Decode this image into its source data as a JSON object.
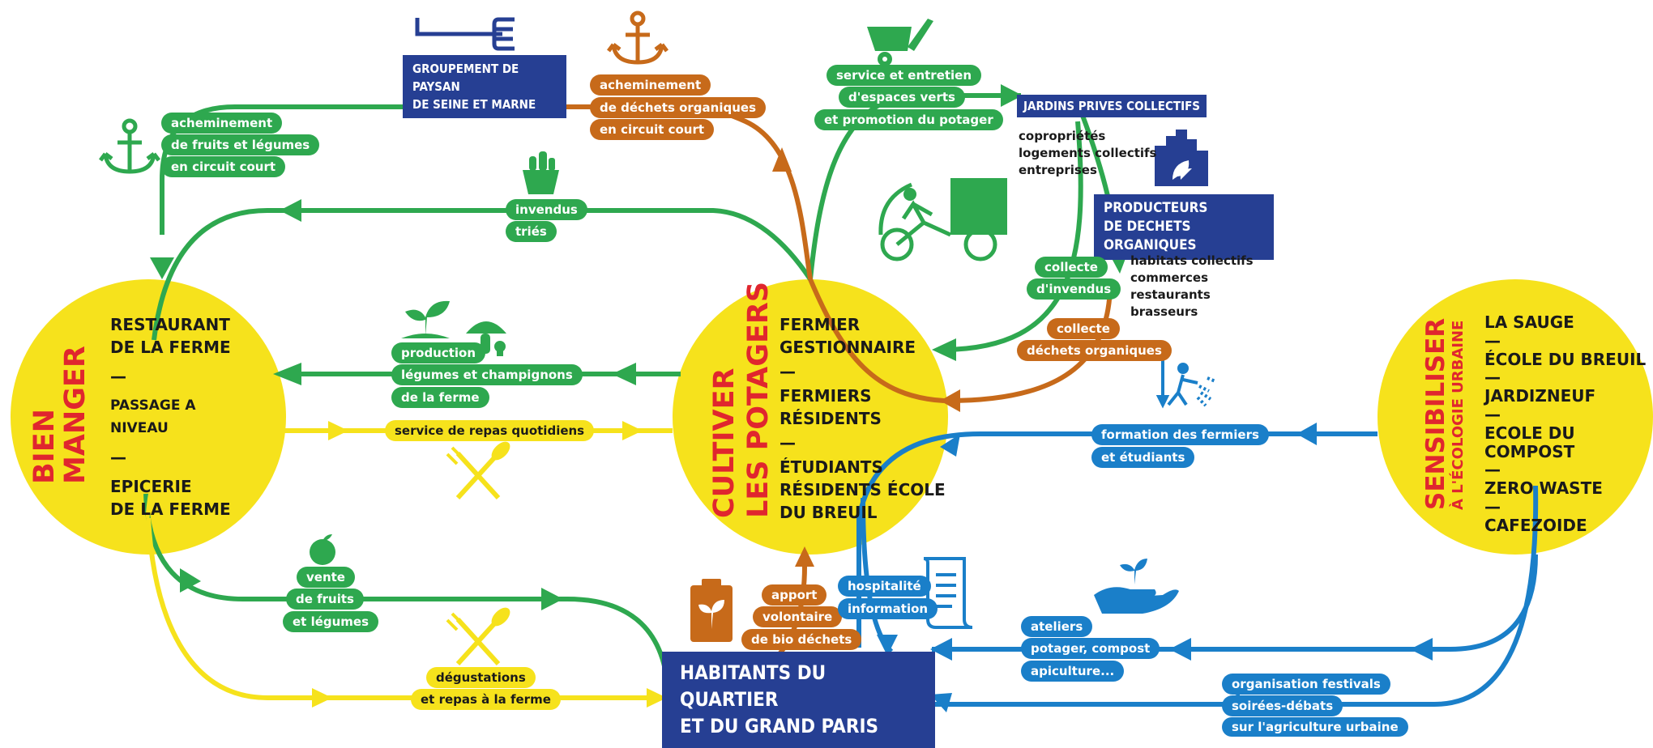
{
  "colors": {
    "green": "#2ea84f",
    "orange": "#c76a1a",
    "blue": "#1a7fc9",
    "yellow": "#f6e21c",
    "navy": "#263f93",
    "red": "#e0262e"
  },
  "circles": {
    "bien_manger": {
      "title_lines": [
        "BIEN",
        "MANGER"
      ],
      "items": [
        "RESTAURANT",
        "DE LA FERME",
        "—",
        "PASSAGE A",
        "NIVEAU",
        "—",
        "EPICERIE",
        "DE LA FERME"
      ]
    },
    "cultiver": {
      "title_lines": [
        "CULTIVER",
        "LES POTAGERS"
      ],
      "items": [
        "FERMIER",
        "GESTIONNAIRE",
        "—",
        "FERMIERS",
        "RÉSIDENTS",
        "—",
        "ÉTUDIANTS",
        "RÉSIDENTS ÉCOLE",
        "DU BREUIL"
      ]
    },
    "sensibiliser": {
      "title_lines": [
        "SENSIBILISER",
        "À L'ÉCOLOGIE URBAINE"
      ],
      "items": [
        "LA SAUGE",
        "—",
        "ÉCOLE DU BREUIL",
        "—",
        "JARDIZNEUF",
        "—",
        "ECOLE DU COMPOST",
        "—",
        "ZERO WASTE",
        "—",
        "CAFEZOIDE"
      ]
    }
  },
  "boxes": {
    "groupement": [
      "GROUPEMENT DE PAYSAN",
      "DE SEINE ET MARNE"
    ],
    "jardins": [
      "JARDINS PRIVES COLLECTIFS"
    ],
    "producteurs": [
      "PRODUCTEURS",
      "DE DECHETS ORGANIQUES"
    ],
    "habitants": [
      "HABITANTS DU QUARTIER",
      "ET DU GRAND PARIS"
    ]
  },
  "lists": {
    "jardins": [
      "copropriétés",
      "logements collectifs",
      "entreprises"
    ],
    "producteurs": [
      "habitats collectifs",
      "commerces",
      "restaurants",
      "brasseurs"
    ]
  },
  "labels": {
    "acheminement_fruits": [
      "acheminement",
      "de fruits et légumes",
      "en circuit court"
    ],
    "acheminement_dechets": [
      "acheminement",
      "de déchets organiques",
      "en circuit court"
    ],
    "service_entretien": [
      "service et entretien",
      "d'espaces verts",
      "et promotion du potager"
    ],
    "invendus": [
      "invendus",
      "triés"
    ],
    "collecte_invendus": [
      "collecte",
      "d'invendus"
    ],
    "collecte_dechets": [
      "collecte",
      "déchets organiques"
    ],
    "production": [
      "production",
      "légumes et champignons",
      "de la ferme"
    ],
    "service_repas": [
      "service de repas quotidiens"
    ],
    "formation": [
      "formation des fermiers",
      "et étudiants"
    ],
    "vente": [
      "vente",
      "de fruits",
      "et légumes"
    ],
    "apport": [
      "apport",
      "volontaire",
      "de bio déchets"
    ],
    "hospitalite": [
      "hospitalité",
      "information"
    ],
    "ateliers": [
      "ateliers",
      "potager, compost",
      "apiculture..."
    ],
    "degustations": [
      "dégustations",
      "et repas à la ferme"
    ],
    "organisation": [
      "organisation festivals",
      "soirées-débats",
      "sur l'agriculture urbaine"
    ]
  },
  "icons": [
    "pitchfork-icon",
    "anchor-icon",
    "wheelbarrow-icon",
    "basket-icon",
    "cargo-bike-icon",
    "buildings-icon",
    "sprout-icon",
    "mushroom-icon",
    "utensils-icon",
    "apple-icon",
    "compost-bin-icon",
    "scroll-icon",
    "hand-plant-icon",
    "gardener-icon"
  ]
}
